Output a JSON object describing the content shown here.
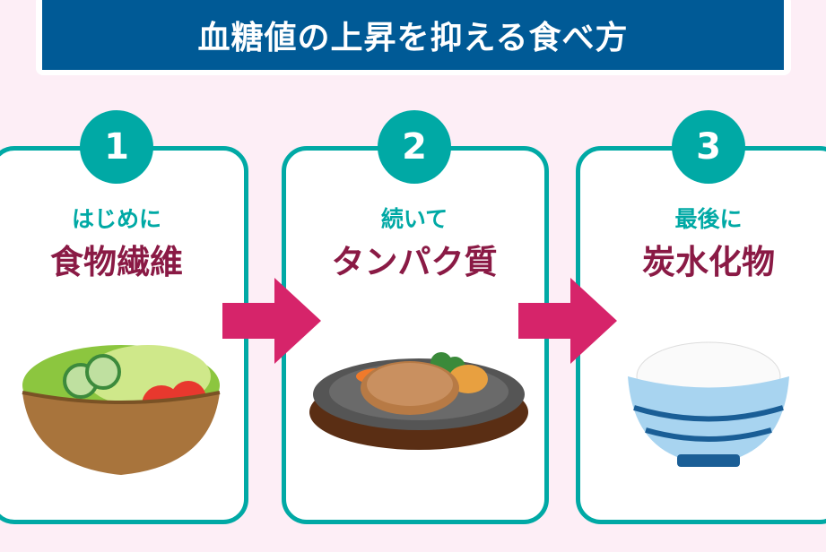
{
  "title": "血糖値の上昇を抑える食べ方",
  "steps": [
    {
      "number": "1",
      "subtitle": "はじめに",
      "heading": "食物繊維",
      "image": "salad-bowl"
    },
    {
      "number": "2",
      "subtitle": "続いて",
      "heading": "タンパク質",
      "image": "steak-on-sizzling-plate"
    },
    {
      "number": "3",
      "subtitle": "最後に",
      "heading": "炭水化物",
      "image": "rice-bowl"
    }
  ],
  "colors": {
    "title_bg": "#005a96",
    "teal": "#00a9a5",
    "maroon": "#8a1a45",
    "arrow": "#d6246a",
    "background": "#fdeef6"
  }
}
